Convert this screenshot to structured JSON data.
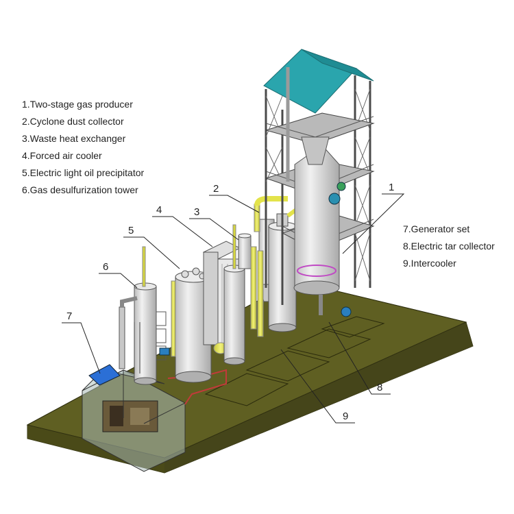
{
  "legend_left": [
    "1.Two-stage gas producer",
    "2.Cyclone dust collector",
    "3.Waste heat exchanger",
    "4.Forced air cooler",
    "5.Electric light oil precipitator",
    "6.Gas desulfurization tower"
  ],
  "legend_right": [
    "7.Generator set",
    "8.Electric tar collector",
    "9.Intercooler"
  ],
  "callouts": [
    "1",
    "2",
    "3",
    "4",
    "5",
    "6",
    "7",
    "8",
    "9"
  ],
  "colors": {
    "base": "#5c5c1e",
    "base_side": "#45451a",
    "roof": "#2aa5ad",
    "pipe_yellow": "#e3e34a",
    "vessel": "#d9d9d9",
    "steel": "#9a9a9a"
  }
}
